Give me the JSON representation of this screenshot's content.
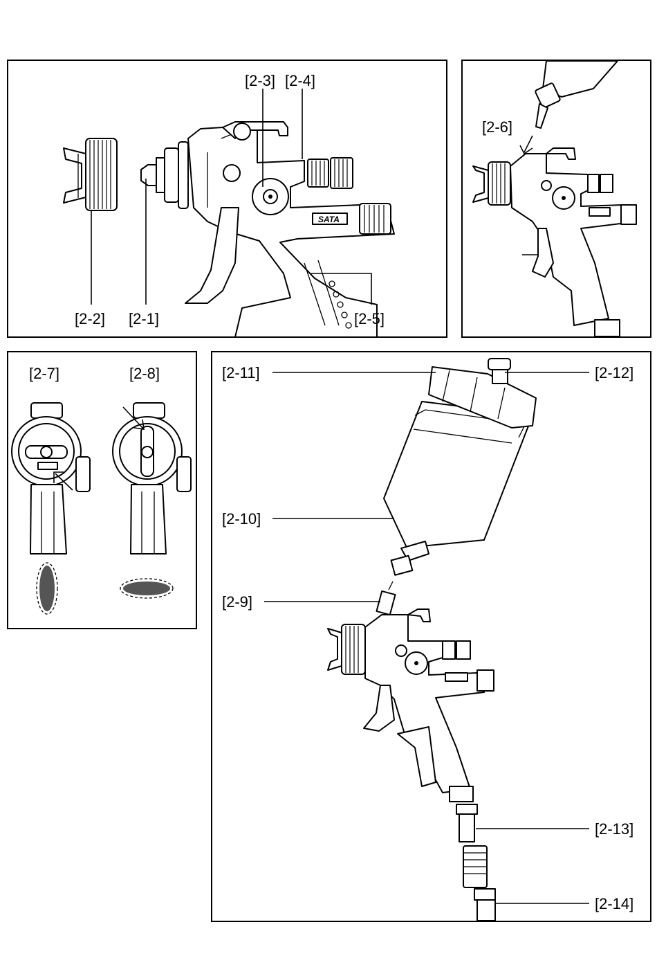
{
  "labels": {
    "l2_1": "[2-1]",
    "l2_2": "[2-2]",
    "l2_3": "[2-3]",
    "l2_4": "[2-4]",
    "l2_5": "[2-5]",
    "l2_6": "[2-6]",
    "l2_7": "[2-7]",
    "l2_8": "[2-8]",
    "l2_9": "[2-9]",
    "l2_10": "[2-10]",
    "l2_11": "[2-11]",
    "l2_12": "[2-12]",
    "l2_13": "[2-13]",
    "l2_14": "[2-14]"
  },
  "brand_badge": "SATA",
  "icons": [
    "spray-gun",
    "air-cap",
    "paint-nozzle",
    "flow-knob",
    "spread-knob",
    "handle",
    "paint-cup",
    "cup-lid",
    "vent-plug",
    "strainer",
    "air-connector",
    "quick-coupling",
    "spray-pattern"
  ]
}
